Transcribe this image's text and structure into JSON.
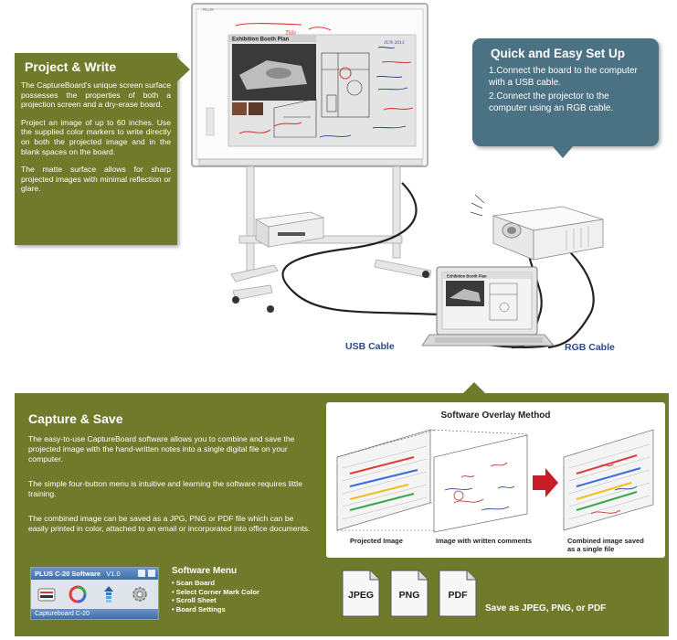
{
  "project_write": {
    "title": "Project & Write",
    "p1": "The CaptureBoard's unique screen surface possesses the properties of both a projection screen and a dry-erase board.",
    "p2": "Project an image of up to 60 inches. Use the supplied color markers to write directly on both the projected image and in the blank spaces on the board.",
    "p3": "The matte surface allows for sharp projected images with minimal reflection or glare."
  },
  "quick_setup": {
    "title": "Quick and Easy Set Up",
    "step1": "1.Connect the board to the computer with a USB cable.",
    "step2": "2.Connect the projector to the computer using an RGB cable."
  },
  "illustration": {
    "brand_mark": "PLUS",
    "board_heading": "Exhibition Booth Plan",
    "board_note_title": "Title",
    "board_note_date": "JUN 2013",
    "laptop_heading": "Exhibition Booth Plan",
    "usb_label": "USB Cable",
    "rgb_label": "RGB Cable"
  },
  "capture_save": {
    "title": "Capture & Save",
    "p1": "The easy-to-use CaptureBoard software allows you to combine and save the projected image with the hand-written notes into a single digital file on your computer.",
    "p2": "The simple four-button menu is intuitive and learning the software requires little training.",
    "p3": "The combined image can be saved as a JPG, PNG or PDF file which can be easily printed in color, attached to an email or incorporated into office documents."
  },
  "overlay": {
    "title": "Software Overlay Method",
    "cap_projected": "Projected Image",
    "cap_written": "Image with written comments",
    "cap_combined_1": "Combined image saved",
    "cap_combined_2": "as a single file"
  },
  "software": {
    "window_title": "PLUS C-20 Software",
    "version": "V1.0",
    "footer": "Captureboard C-20",
    "menu_title": "Software Menu",
    "items": [
      "Scan Board",
      "Select Corner Mark Color",
      "Scroll Sheet",
      "Board Settings"
    ]
  },
  "files": {
    "jpeg": "JPEG",
    "png": "PNG",
    "pdf": "PDF",
    "save_as": "Save as JPEG, PNG, or PDF"
  },
  "colors": {
    "olive": "#6f7a2a",
    "teal": "#4a7283",
    "cable_label": "#2a4a86"
  }
}
